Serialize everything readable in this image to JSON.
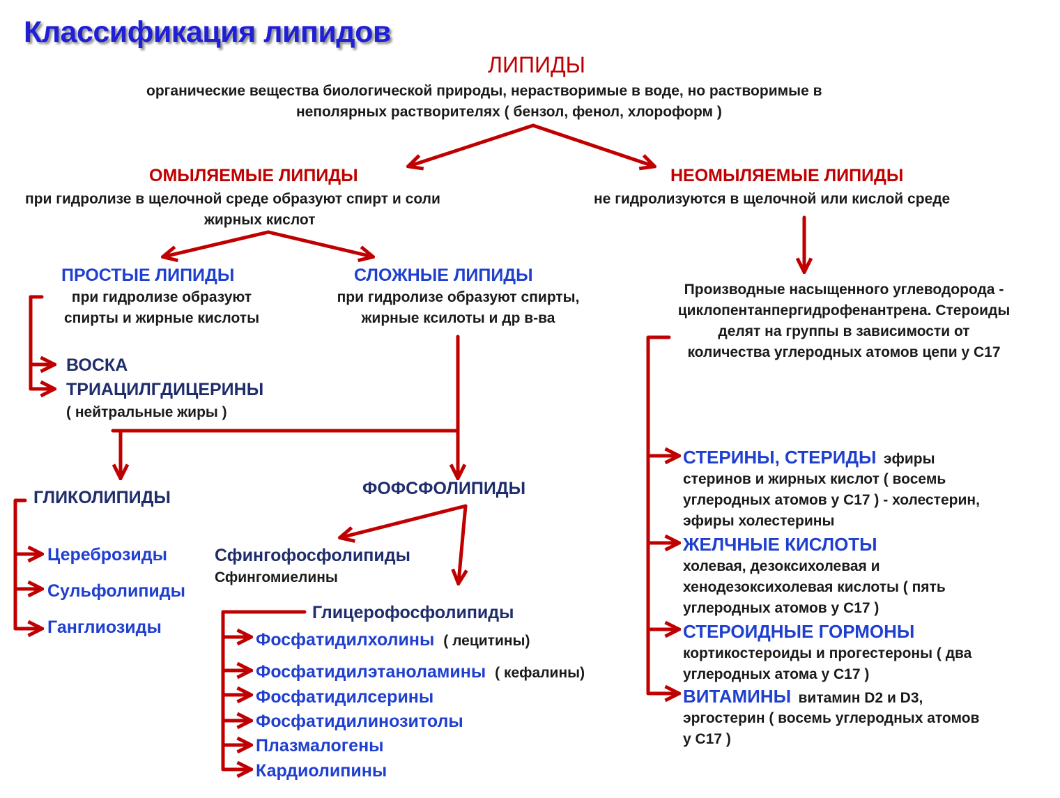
{
  "title": "Классификация липидов",
  "root": {
    "label": "ЛИПИДЫ",
    "desc_line1": "органические вещества биологической природы, нерастворимые в воде, но растворимые в",
    "desc_line2": "неполярных растворителях ( бензол, фенол, хлороформ )"
  },
  "saponifiable": {
    "label": "ОМЫЛЯЕМЫЕ ЛИПИДЫ",
    "desc_line1": "при гидролизе в щелочной среде образуют спирт и соли",
    "desc_line2": "жирных кислот"
  },
  "unsaponifiable": {
    "label": "НЕОМЫЛЯЕМЫЕ ЛИПИДЫ",
    "desc": "не гидролизуются в щелочной или кислой среде",
    "derivatives": [
      "Производные насыщенного углеводорода -",
      "циклопентанпергидрофенантрена. Стероиды",
      "делят на группы в зависимости от",
      "количества углеродных атомов цепи у С17"
    ]
  },
  "simple": {
    "label": "ПРОСТЫЕ ЛИПИДЫ",
    "desc_line1": "при гидролизе образуют",
    "desc_line2": "спирты и жирные кислоты",
    "items": [
      "ВОСКА",
      "ТРИАЦИЛГДИЦЕРИНЫ"
    ],
    "note": "( нейтральные жиры )"
  },
  "complex": {
    "label": "СЛОЖНЫЕ ЛИПИДЫ",
    "desc_line1": "при гидролизе образуют спирты,",
    "desc_line2": "жирные ксилоты и др в-ва"
  },
  "glycolipids": {
    "label": "ГЛИКОЛИПИДЫ",
    "items": [
      "Цереброзиды",
      "Сульфолипиды",
      "Ганглиозиды"
    ]
  },
  "phospholipids": {
    "label": "ФОФСФОЛИПИДЫ",
    "sphingo_label": "Сфингофосфолипиды",
    "sphingo_sub": "Сфингомиелины",
    "glycero_label": "Глицерофосфолипиды",
    "glycero_items": [
      {
        "name": "Фосфатидилхолины",
        "note": "( лецитины)"
      },
      {
        "name": "Фосфатидилэтаноламины",
        "note": "( кефалины)"
      },
      {
        "name": "Фосфатидилсерины",
        "note": ""
      },
      {
        "name": "Фосфатидилинозитолы",
        "note": ""
      },
      {
        "name": "Плазмалогены",
        "note": ""
      },
      {
        "name": "Кардиолипины",
        "note": ""
      }
    ]
  },
  "steroids": {
    "sterins": {
      "label": "СТЕРИНЫ, СТЕРИДЫ",
      "inline": "эфиры",
      "lines": [
        "стеринов и жирных кислот ( восемь",
        "углеродных атомов у С17 ) - холестерин,",
        "эфиры холестерины"
      ]
    },
    "bile": {
      "label": "ЖЕЛЧНЫЕ КИСЛОТЫ",
      "lines": [
        "холевая, дезоксихолевая и",
        "хенодезоксихолевая кислоты ( пять",
        "углеродных атомов у С17 )"
      ]
    },
    "hormones": {
      "label": "СТЕРОИДНЫЕ ГОРМОНЫ",
      "lines": [
        "кортикостероиды и прогестероны ( два",
        "углеродных атома у С17 )"
      ]
    },
    "vitamins": {
      "label": "ВИТАМИНЫ",
      "inline": "витамин D2 и D3,",
      "lines": [
        "эргостерин ( восемь углеродных атомов",
        "у С17 )"
      ]
    }
  },
  "colors": {
    "arrow": "#c00000",
    "title": "#1f1fd6",
    "heading_red": "#c00000",
    "heading_blue": "#1f3fcf",
    "heading_navy": "#1f2d6b"
  }
}
